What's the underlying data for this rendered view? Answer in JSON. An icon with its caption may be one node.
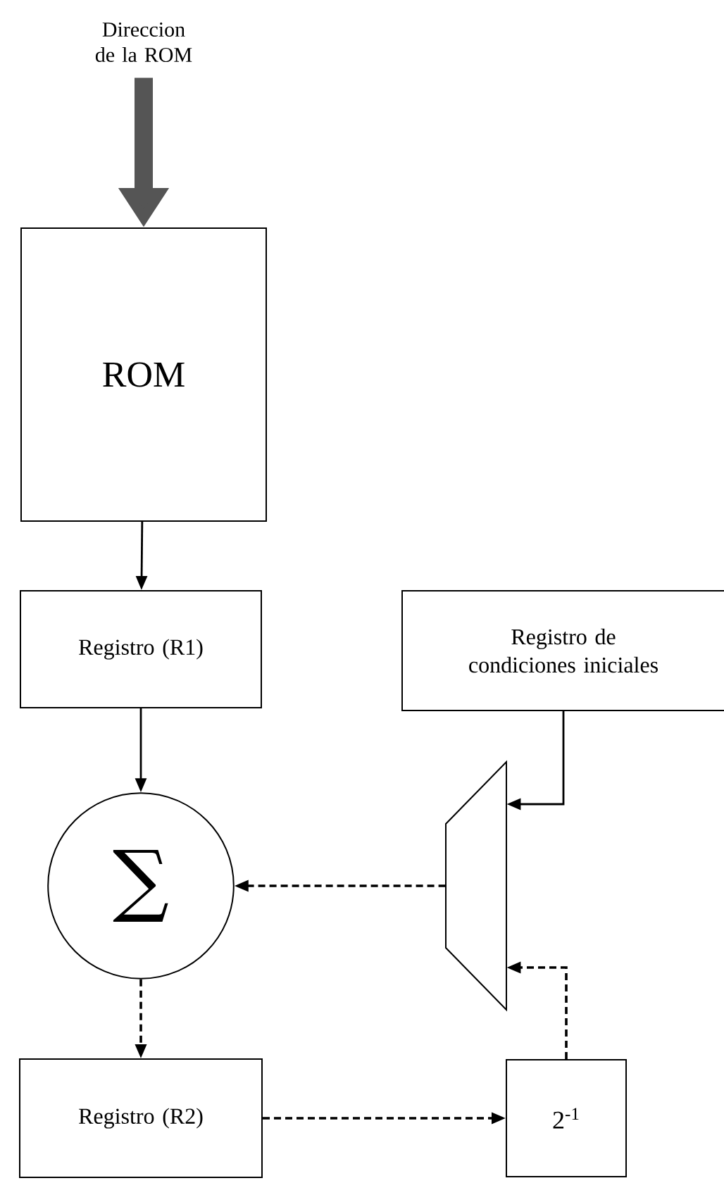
{
  "diagram": {
    "nodes": [
      {
        "text": [
          "Direccion de la ROM"
        ]
      },
      {
        "text": [
          "ROM"
        ]
      },
      {
        "text": [
          "Registro (R1)"
        ]
      },
      {
        "text": [
          "Registro de condiciones iniciales"
        ]
      },
      {
        "text": [
          "∑"
        ]
      },
      {
        "text": [],
        "shape": "trapezoid"
      },
      {
        "text": [
          "Registro (R2)"
        ]
      },
      {
        "text": [
          "2$^{-1}$"
        ]
      }
    ],
    "edges": [
      {
        "from": 0,
        "to": 1,
        "arrow": "to",
        "style": "thick",
        "color": "#555555"
      },
      {
        "from": 1,
        "to": 2,
        "arrow": "to"
      },
      {
        "from": 2,
        "to": 4,
        "arrow": "to"
      },
      {
        "from": 3,
        "to": 5,
        "arrow": "to"
      },
      {
        "from": 5,
        "to": 4,
        "arrow": "to",
        "style": "dashed"
      },
      {
        "from": 4,
        "to": 6,
        "arrow": "to",
        "style": "dashed"
      },
      {
        "from": 6,
        "to": 7,
        "arrow": "to",
        "style": "dashed"
      },
      {
        "from": 7,
        "to": 5,
        "arrow": "to",
        "style": "dashed"
      }
    ]
  }
}
